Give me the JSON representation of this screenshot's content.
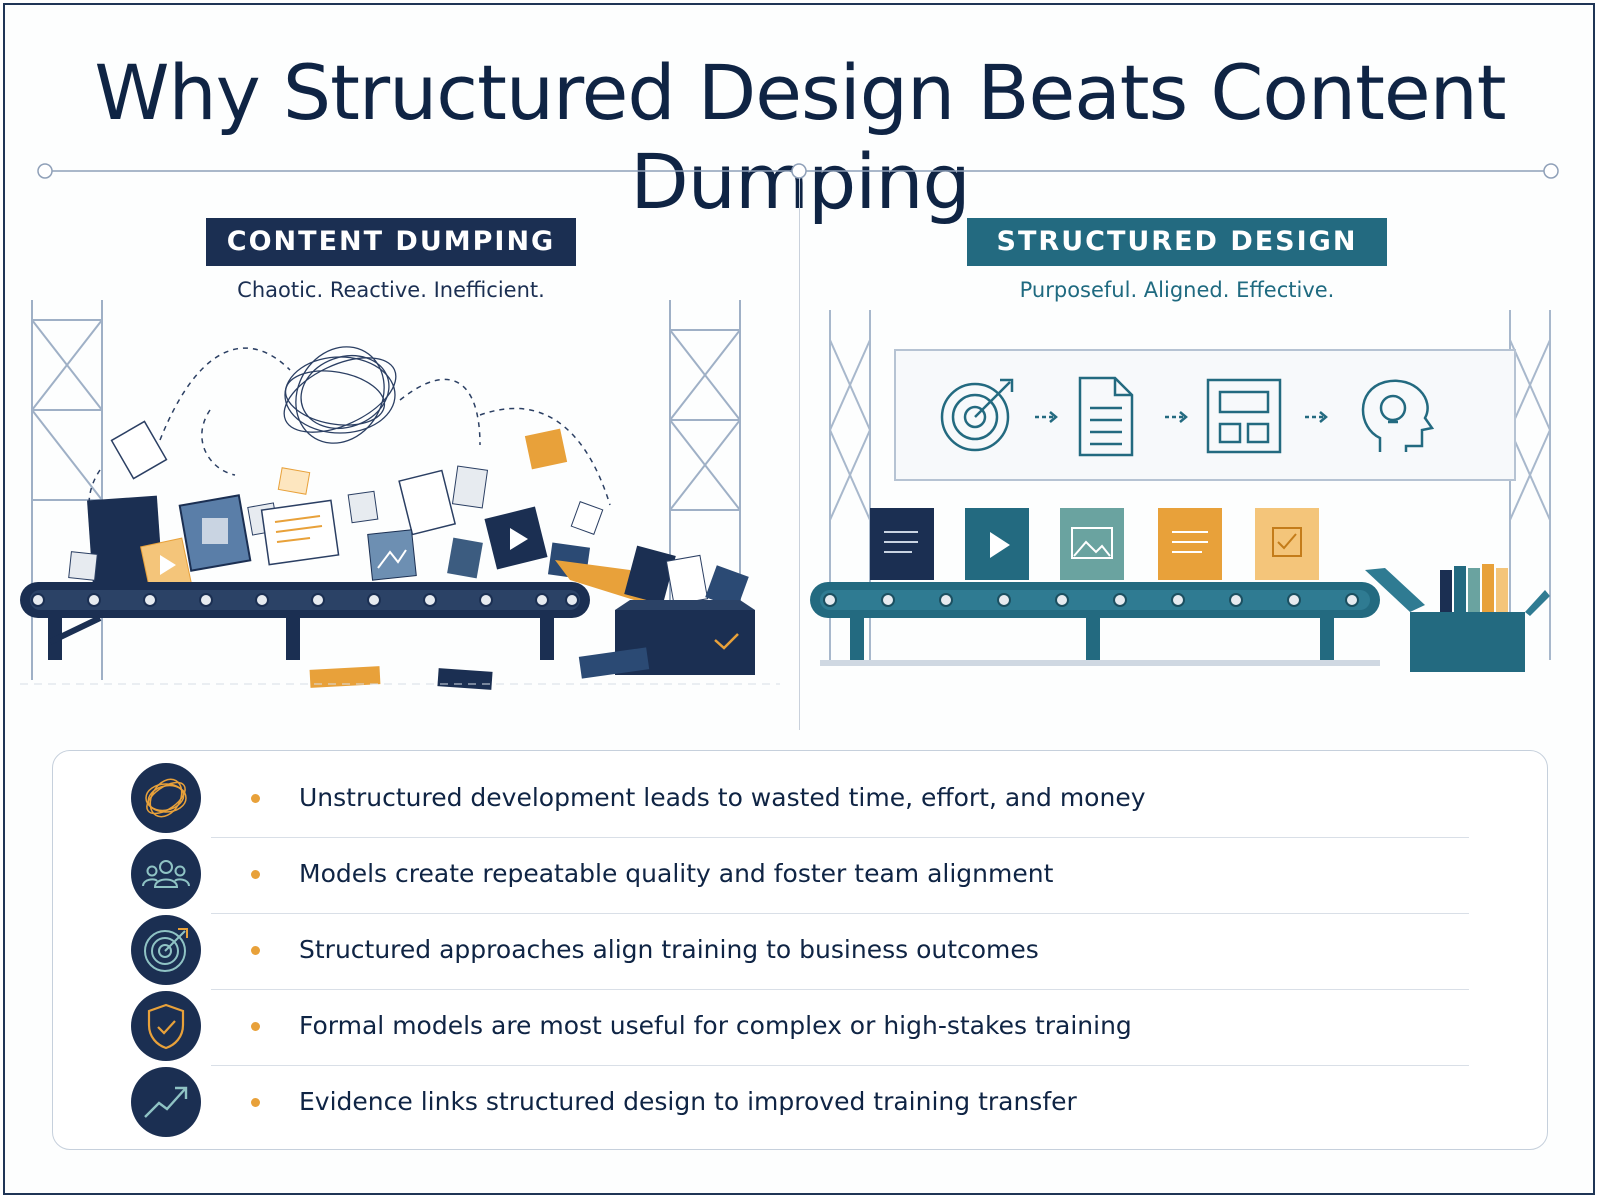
{
  "title": "Why Structured Design Beats Content Dumping",
  "left": {
    "label": "CONTENT DUMPING",
    "tagline": "Chaotic. Reactive. Inefficient."
  },
  "right": {
    "label": "STRUCTURED DESIGN",
    "tagline": "Purposeful. Aligned. Effective.",
    "flow_icons": [
      "target-icon",
      "document-icon",
      "layout-icon",
      "lightbulb-head-icon"
    ],
    "blocks": [
      "text-block",
      "video-block",
      "image-block",
      "text-block",
      "checkbox-block"
    ]
  },
  "points": [
    {
      "icon": "tangle-icon",
      "text": "Unstructured development leads to wasted time, effort, and money"
    },
    {
      "icon": "team-icon",
      "text": "Models create repeatable quality and foster team alignment"
    },
    {
      "icon": "target-icon",
      "text": "Structured approaches align training to business outcomes"
    },
    {
      "icon": "shield-check-icon",
      "text": "Formal models are most useful for complex or high-stakes training"
    },
    {
      "icon": "trend-up-icon",
      "text": "Evidence links structured design to improved training transfer"
    }
  ],
  "colors": {
    "navy": "#1b2f52",
    "teal": "#236a80",
    "orange": "#e8a13a",
    "sage": "#6aa3a0"
  }
}
